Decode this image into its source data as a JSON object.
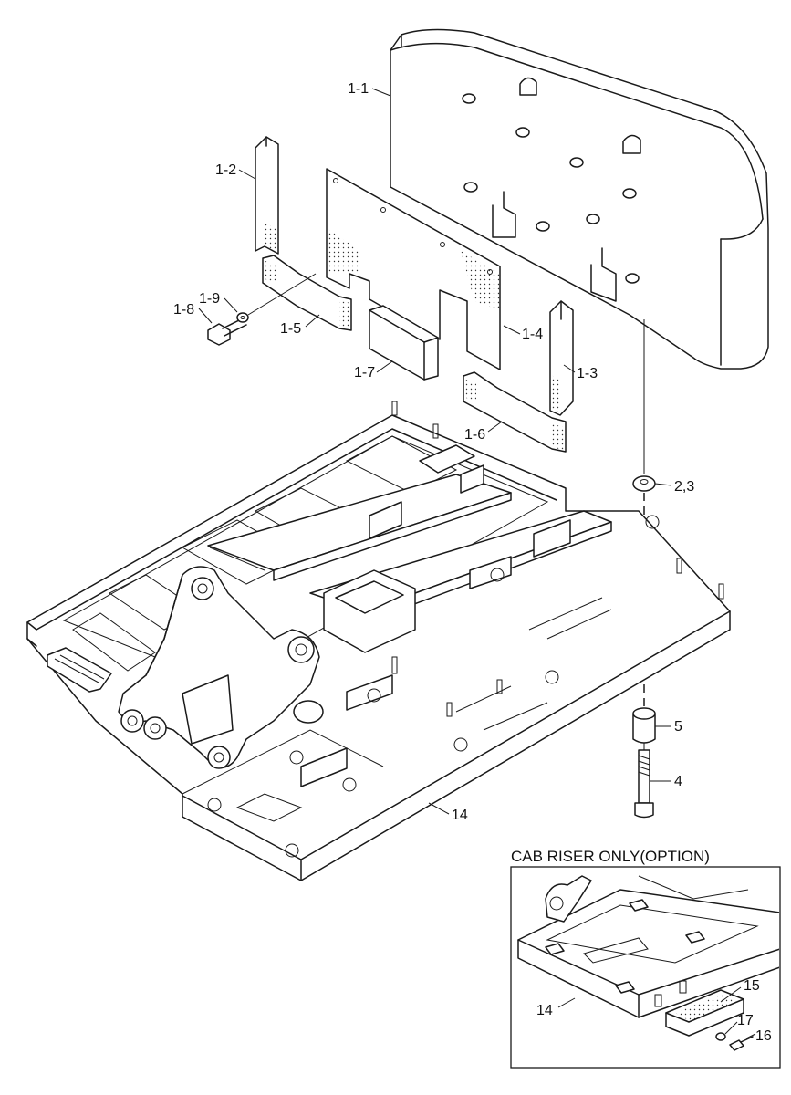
{
  "labels": {
    "p1_1": "1-1",
    "p1_2": "1-2",
    "p1_3": "1-3",
    "p1_4": "1-4",
    "p1_5": "1-5",
    "p1_6": "1-6",
    "p1_7": "1-7",
    "p1_8": "1-8",
    "p1_9": "1-9",
    "p2_3": "2,3",
    "p4": "4",
    "p5": "5",
    "p14": "14",
    "p14_inset": "14",
    "p15": "15",
    "p16": "16",
    "p17": "17"
  },
  "inset": {
    "title": "CAB RISER ONLY(OPTION)"
  }
}
